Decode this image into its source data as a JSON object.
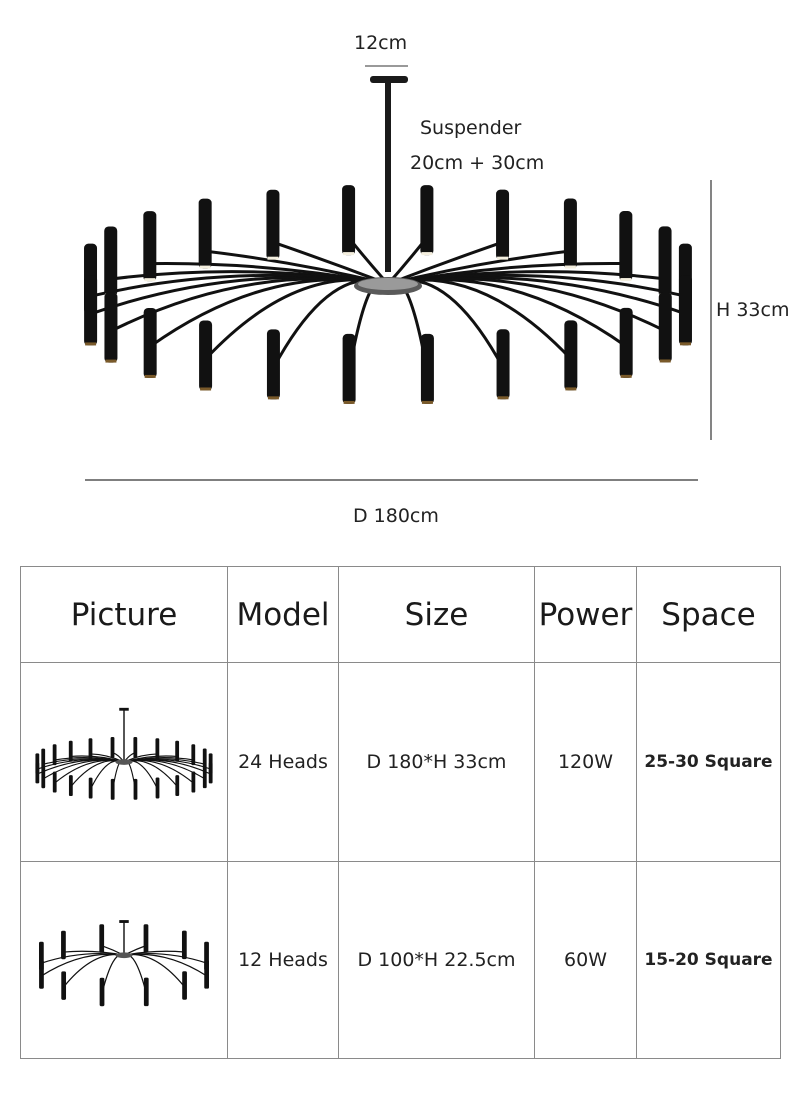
{
  "dimensions": {
    "canopy": "12cm",
    "suspender_label": "Suspender",
    "suspender_length": "20cm + 30cm",
    "height": "H 33cm",
    "diameter": "D 180cm"
  },
  "table": {
    "headers": [
      "Picture",
      "Model",
      "Size",
      "Power",
      "Space"
    ],
    "rows": [
      {
        "picture_icon": "chandelier-24-heads-thumbnail",
        "model": "24 Heads",
        "size": "D 180*H 33cm",
        "power": "120W",
        "space": "25-30 Square"
      },
      {
        "picture_icon": "chandelier-12-heads-thumbnail",
        "model": "12 Heads",
        "size": "D 100*H 22.5cm",
        "power": "60W",
        "space": "15-20 Square"
      }
    ]
  }
}
